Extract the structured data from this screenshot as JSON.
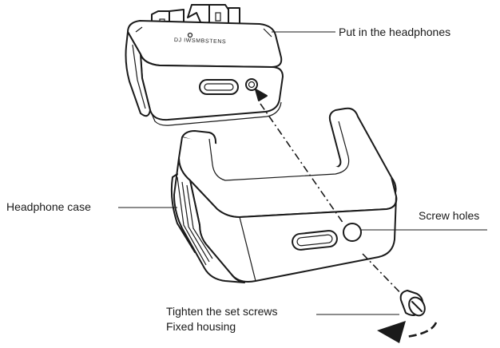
{
  "labels": {
    "put_in_headphones": "Put in the headphones",
    "headphone_case": "Headphone case",
    "screw_holes": "Screw holes",
    "tighten_line1": "Tighten the set screws",
    "tighten_line2": "Fixed housing"
  },
  "device_marking": "DJ IWSMBSTENS"
}
